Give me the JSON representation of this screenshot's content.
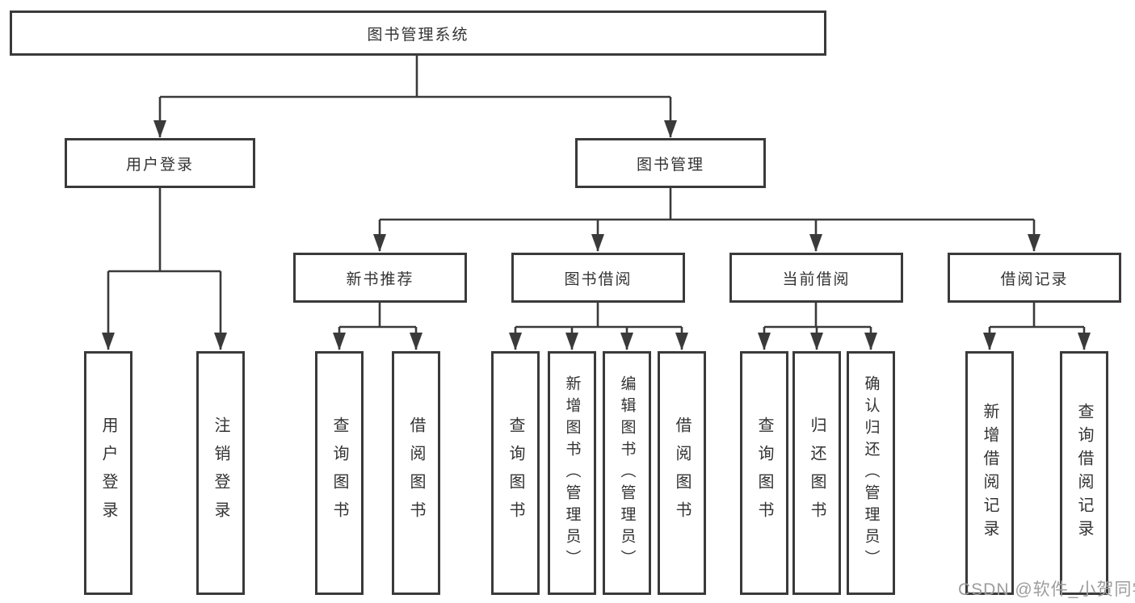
{
  "diagram": {
    "root": {
      "label": "图书管理系统",
      "children": [
        {
          "label": "用户登录",
          "children": [
            {
              "label": "用户登录"
            },
            {
              "label": "注销登录"
            }
          ]
        },
        {
          "label": "图书管理",
          "children": [
            {
              "label": "新书推荐",
              "children": [
                {
                  "label": "查询图书"
                },
                {
                  "label": "借阅图书"
                }
              ]
            },
            {
              "label": "图书借阅",
              "children": [
                {
                  "label": "查询图书"
                },
                {
                  "label": "新增图书（管理员）"
                },
                {
                  "label": "编辑图书（管理员）"
                },
                {
                  "label": "借阅图书"
                }
              ]
            },
            {
              "label": "当前借阅",
              "children": [
                {
                  "label": "查询图书"
                },
                {
                  "label": "归还图书"
                },
                {
                  "label": "确认归还（管理员）"
                }
              ]
            },
            {
              "label": "借阅记录",
              "children": [
                {
                  "label": "新增借阅记录"
                },
                {
                  "label": "查询借阅记录"
                }
              ]
            }
          ]
        }
      ]
    },
    "colors": {
      "line": "#3a3a3a",
      "text": "#333333",
      "watermark_text": "#9d9d9d"
    }
  },
  "watermark": {
    "text": "CSDN @软件_小贺同学"
  }
}
